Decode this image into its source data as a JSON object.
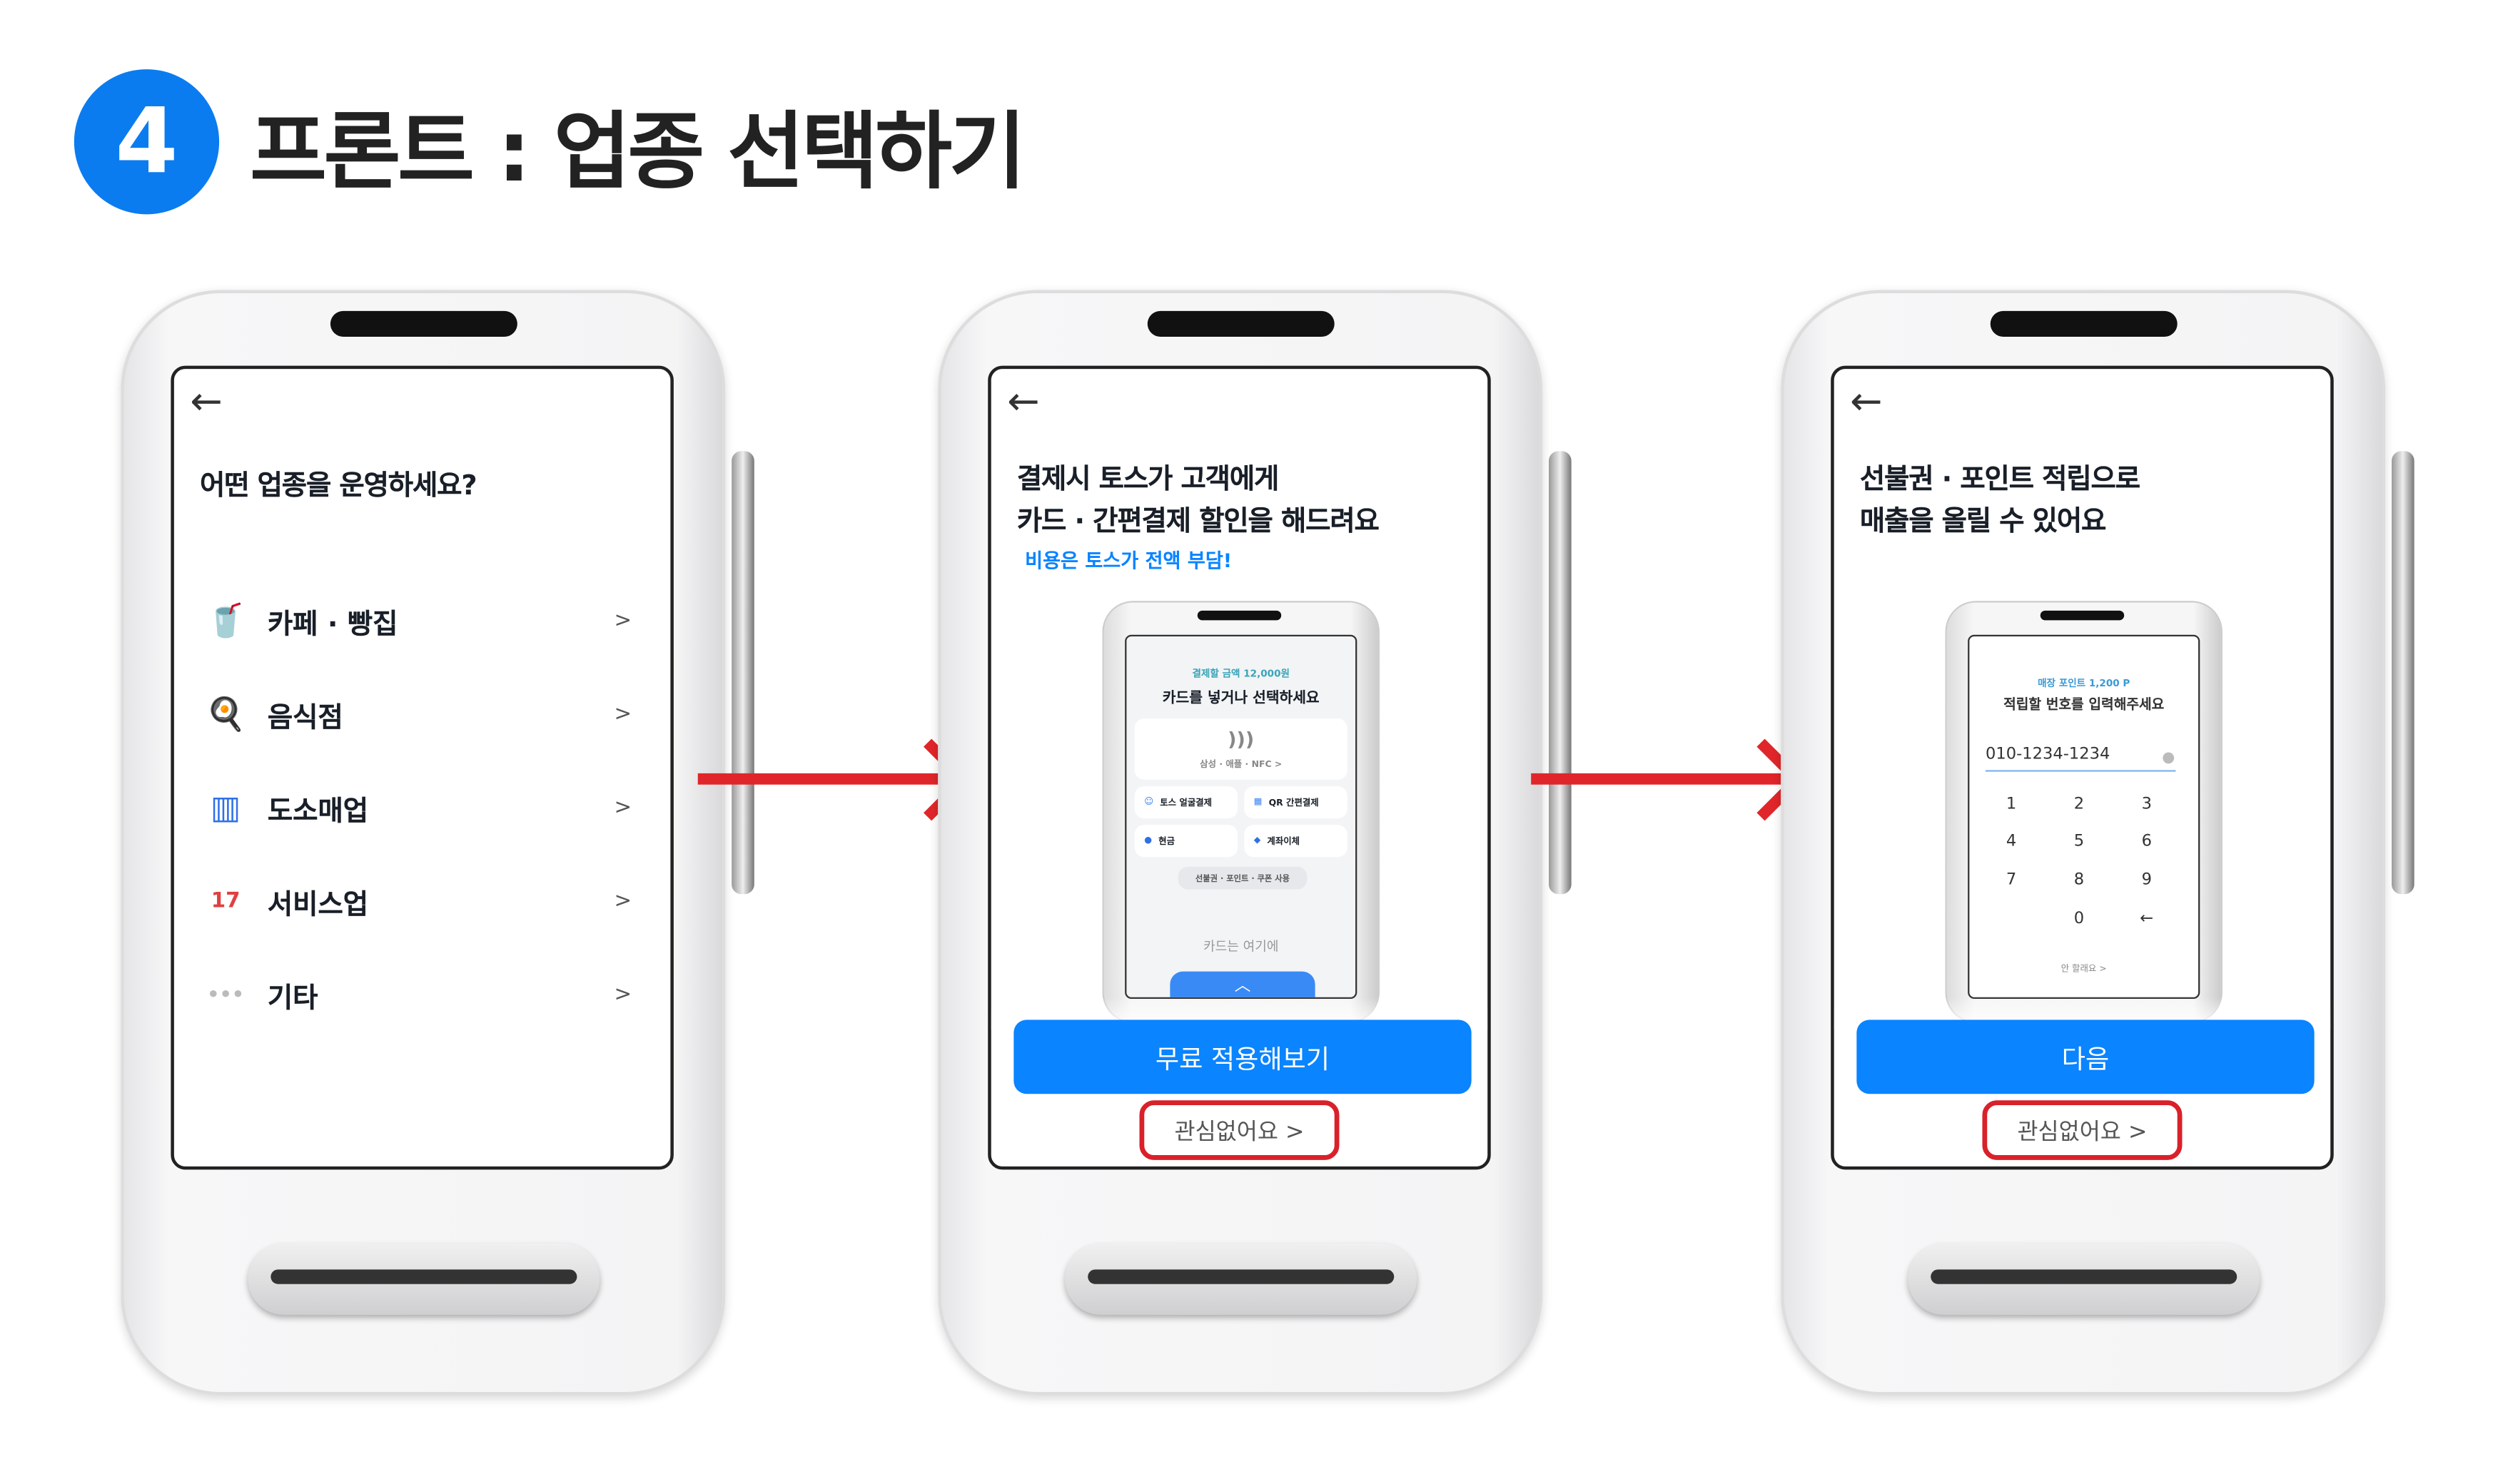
{
  "header": {
    "step": "4",
    "title": "프론트 : 업종 선택하기"
  },
  "screen1": {
    "back": "←",
    "title": "어떤 업종을 운영하세요?",
    "items": [
      {
        "icon": "🥤",
        "label": "카페 · 빵집",
        "chevron": ">"
      },
      {
        "icon": "🍳",
        "label": "음식점",
        "chevron": ">"
      },
      {
        "icon": "▥",
        "label": "도소매업",
        "chevron": ">"
      },
      {
        "icon": "17",
        "label": "서비스업",
        "chevron": ">"
      },
      {
        "icon": "•••",
        "label": "기타",
        "chevron": ">"
      }
    ]
  },
  "screen2": {
    "back": "←",
    "title_line1": "결제시 토스가 고객에게",
    "title_line2": "카드 · 간편결제 할인을 해드려요",
    "subtitle": "비용은 토스가 전액 부담!",
    "mini": {
      "amount": "결제할 금액 12,000원",
      "heading": "카드를 넣거나 선택하세요",
      "nfc": "삼성 · 애플 · NFC >",
      "face": "토스 얼굴결제",
      "qr": "QR 간편결제",
      "cash": "현금",
      "transfer": "계좌이체",
      "points": "선불권 · 포인트 · 쿠폰 사용",
      "card_here": "카드는 여기에",
      "up": "︿"
    },
    "cta": "무료 적용해보기",
    "skip": "관심없어요 >"
  },
  "screen3": {
    "back": "←",
    "title_line1": "선불권 · 포인트 적립으로",
    "title_line2": "매출을 올릴 수 있어요",
    "mini": {
      "points": "매장 포인트 1,200 P",
      "heading": "적립할 번호를 입력해주세요",
      "phone": "010-1234-1234",
      "keys": [
        "1",
        "2",
        "3",
        "4",
        "5",
        "6",
        "7",
        "8",
        "9",
        "0",
        "←"
      ],
      "decline": "안 할래요 >"
    },
    "cta": "다음",
    "skip": "관심없어요 >"
  },
  "colors": {
    "accent": "#0a84ff",
    "highlight": "#e0262a"
  }
}
